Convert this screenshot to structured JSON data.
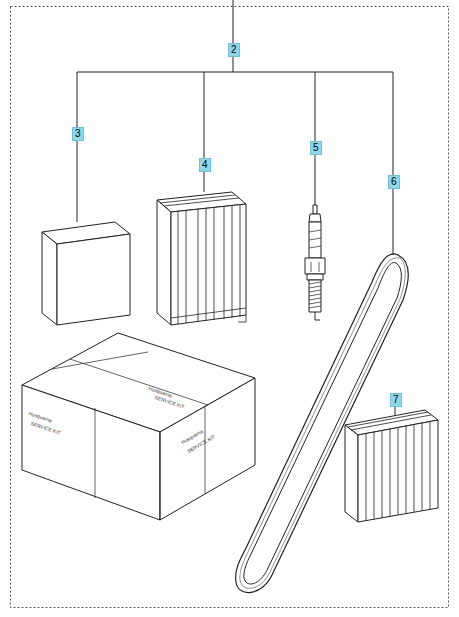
{
  "diagram": {
    "labels": [
      "2",
      "3",
      "4",
      "5",
      "6",
      "7",
      "Husqvarna",
      "SERVICE KIT",
      "Husqvarna",
      "SERVICE KIT",
      "Husqvarna",
      "SERVICE KIT"
    ]
  }
}
